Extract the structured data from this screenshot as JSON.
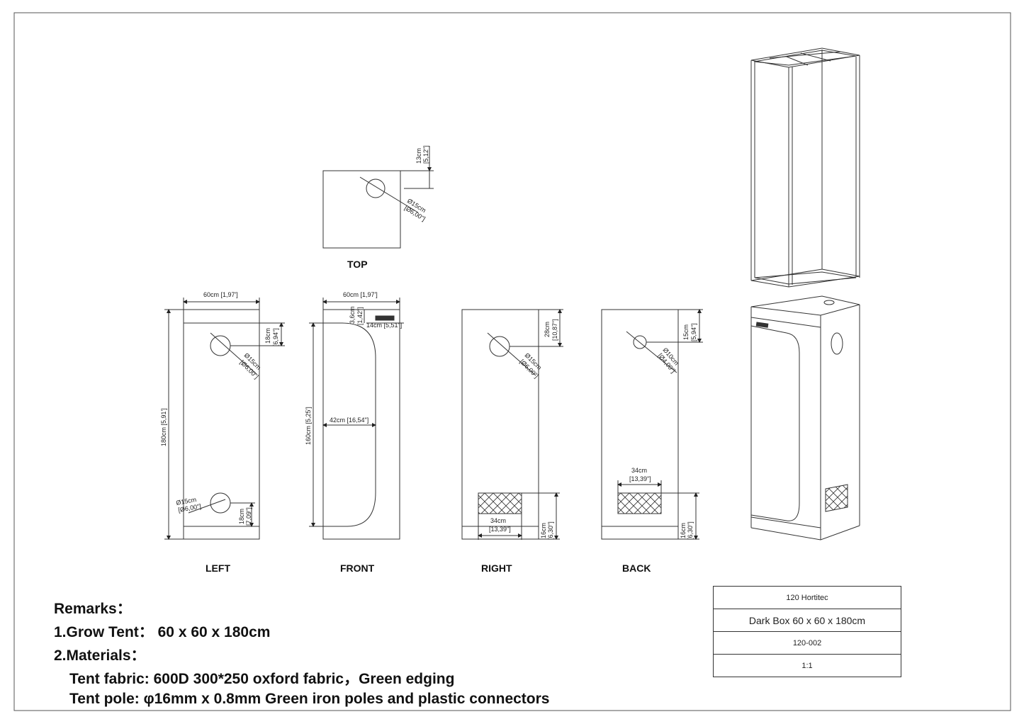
{
  "views": {
    "top": "TOP",
    "left": "LEFT",
    "front": "FRONT",
    "right": "RIGHT",
    "back": "BACK"
  },
  "top_dims": {
    "offset": "13cm",
    "offset_in": "[5,12\"]",
    "hole": "Ø15cm",
    "hole_in": "[Ø6,00\"]"
  },
  "left_dims": {
    "width": "60cm [1,97']",
    "height": "180cm [5,91']",
    "top_off": "18cm",
    "top_off_in": "[6,94\"]",
    "hole_top": "Ø15cm",
    "hole_top_in": "[Ø6,00\"]",
    "hole_bot": "Ø15cm",
    "hole_bot_in": "[Ø6,00\"]",
    "bot_off": "18cm",
    "bot_off_in": "[7,09\"]"
  },
  "front_dims": {
    "width": "60cm [1,97']",
    "height": "160cm [5,25']",
    "door_w": "42cm [16,54\"]",
    "top_gap": "3,6cm",
    "top_gap_in": "[1,42\"]",
    "logo_w": "14cm [5,51\"]"
  },
  "right_dims": {
    "top_off": "28cm",
    "top_off_in": "[10,87\"]",
    "hole": "Ø15cm",
    "hole_in": "[Ø6,00\"]",
    "vent_w": "34cm",
    "vent_w_in": "[13,39\"]",
    "vent_off": "16cm",
    "vent_off_in": "[6,30\"]"
  },
  "back_dims": {
    "top_off": "15cm",
    "top_off_in": "[5,94\"]",
    "hole": "Ø10cm",
    "hole_in": "[Ø4,00\"]",
    "vent_w": "34cm",
    "vent_w_in": "[13,39\"]",
    "vent_off": "16cm",
    "vent_off_in": "[6,30\"]"
  },
  "remarks": {
    "title": "Remarks：",
    "line1": "1.Grow Tent：  60 x 60 x 180cm",
    "line2": "2.Materials：",
    "line3": "Tent fabric: 600D 300*250 oxford fabric，Green edging",
    "line4": "Tent pole: φ16mm x 0.8mm Green iron poles and plastic connectors"
  },
  "title_block": {
    "brand": "120 Hortitec",
    "name": "Dark Box 60 x 60 x 180cm",
    "code": "120-002",
    "scale": "1:1"
  },
  "colors": {
    "line": "#333333",
    "background": "#ffffff"
  }
}
